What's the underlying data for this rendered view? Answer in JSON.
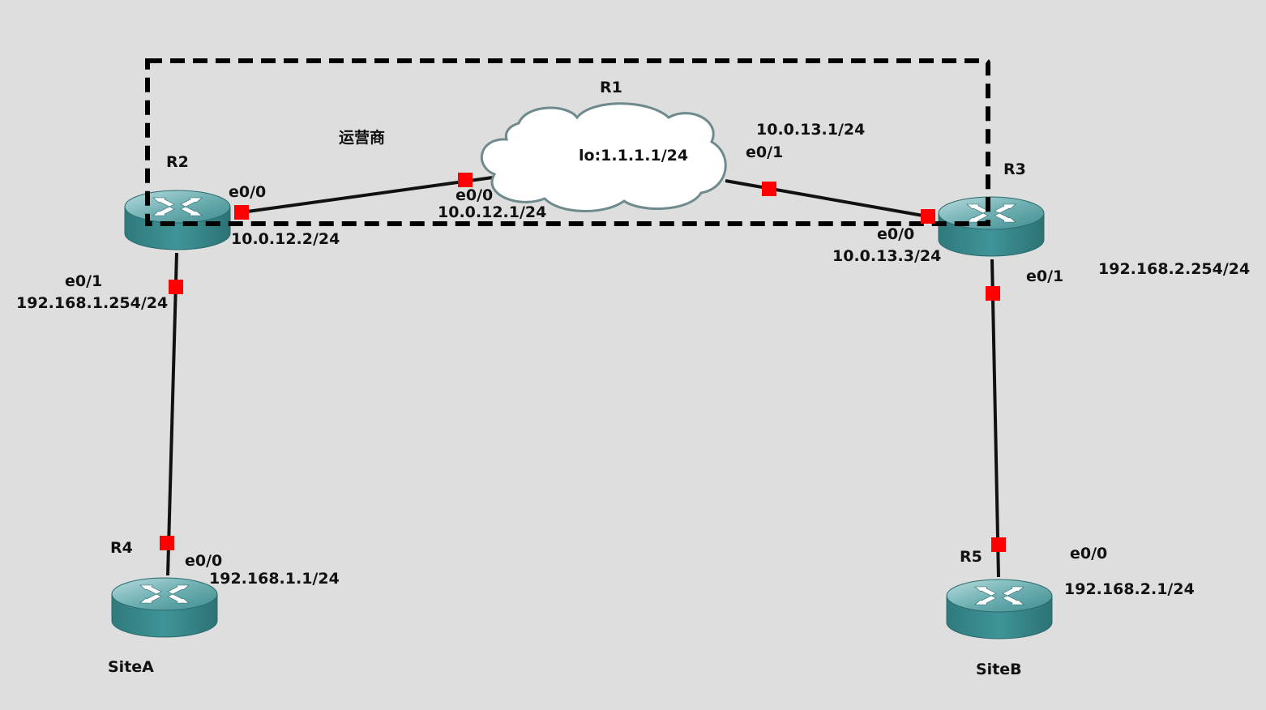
{
  "region_label": "运营商",
  "routers": {
    "r1": {
      "name": "R1",
      "loopback": "lo:1.1.1.1/24"
    },
    "r2": {
      "name": "R2"
    },
    "r3": {
      "name": "R3"
    },
    "r4": {
      "name": "R4",
      "site": "SiteA"
    },
    "r5": {
      "name": "R5",
      "site": "SiteB"
    }
  },
  "interfaces": {
    "r2_e0_0": {
      "name": "e0/0",
      "ip": "10.0.12.2/24"
    },
    "r2_e0_1": {
      "name": "e0/1",
      "ip": "192.168.1.254/24"
    },
    "r1_e0_0": {
      "name": "e0/0",
      "ip": "10.0.12.1/24"
    },
    "r1_e0_1": {
      "name": "e0/1",
      "ip": "10.0.13.1/24"
    },
    "r3_e0_0": {
      "name": "e0/0",
      "ip": "10.0.13.3/24"
    },
    "r3_e0_1": {
      "name": "e0/1",
      "ip": "192.168.2.254/24"
    },
    "r4_e0_0": {
      "name": "e0/0",
      "ip": "192.168.1.1/24"
    },
    "r5_e0_0": {
      "name": "e0/0",
      "ip": "192.168.2.1/24"
    }
  },
  "colors": {
    "background": "#dedede",
    "router_body": "#3d8b8e",
    "router_top": "#6fb3b6",
    "link": "#111111",
    "port": "#ff0000",
    "cloud_fill": "#ffffff",
    "cloud_stroke": "#6e8a8c",
    "boundary": "#000000"
  }
}
